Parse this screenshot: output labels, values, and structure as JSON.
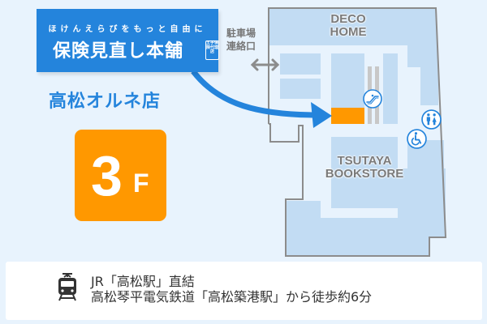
{
  "brand": {
    "tagline": "ほけんえらびをもっと自由に",
    "name": "保険見直し本舗",
    "seal_text": "王手保険代理店",
    "color": "#2484dc"
  },
  "store": {
    "name": "高松オルネ店"
  },
  "floor": {
    "number": "3",
    "unit": "F",
    "color": "#ff9800"
  },
  "map": {
    "labels": {
      "deco_home": [
        "DECO",
        "HOME"
      ],
      "tsutaya": [
        "TSUTAYA",
        "BOOKSTORE"
      ],
      "parking": [
        "駐車場",
        "連絡口"
      ]
    },
    "facilities": [
      "escalator-icon",
      "restroom-icon",
      "wheelchair-icon"
    ],
    "colors": {
      "outline": "#8c8c8c",
      "block": "#c2dcf3",
      "floor": "#e8f3fd",
      "highlight": "#ff9800",
      "arrow": "#2484dc",
      "escalator": "#c8c8c8"
    }
  },
  "access": {
    "icon": "train-icon",
    "line1": "JR「高松駅」直結",
    "line2": "高松琴平電気鉄道「高松築港駅」から徒歩約6分"
  }
}
